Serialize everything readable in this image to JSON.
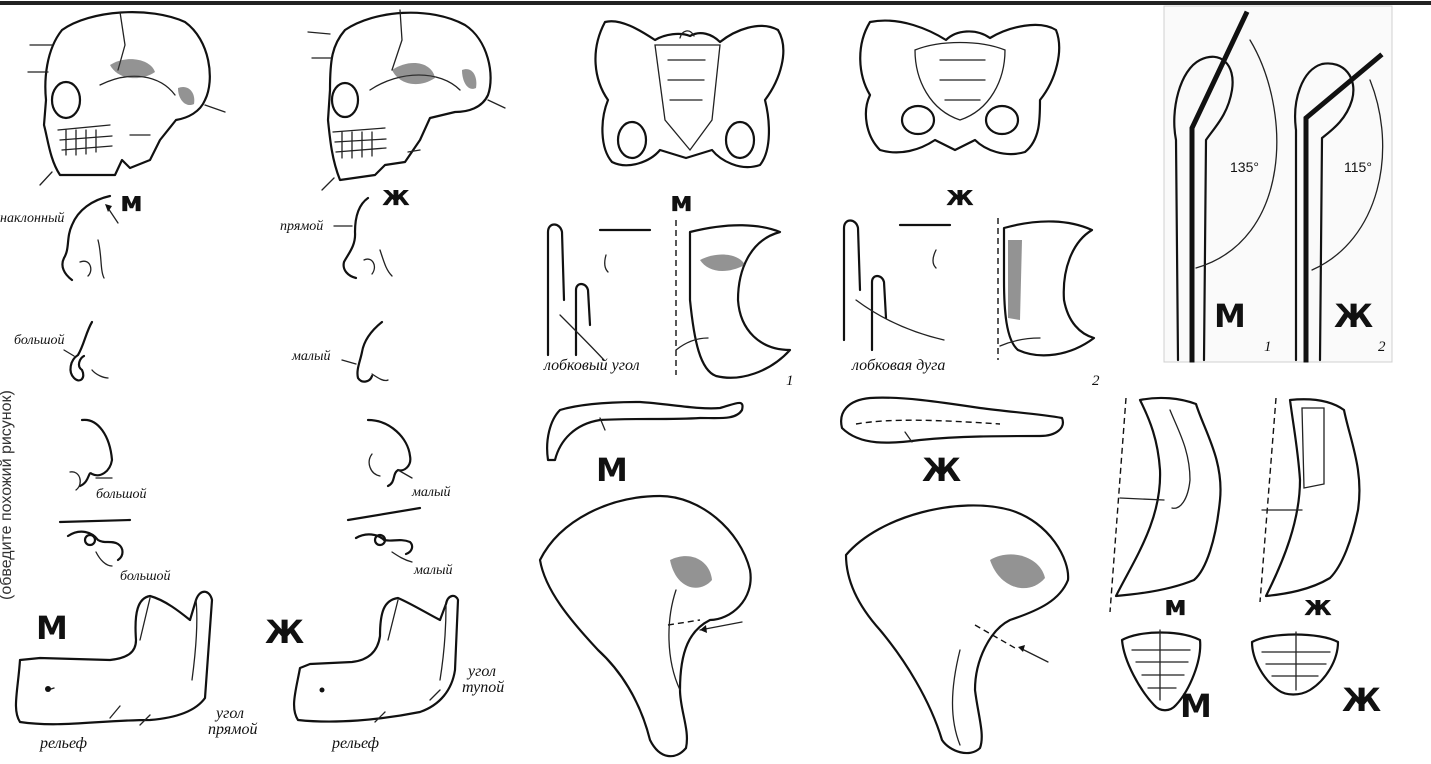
{
  "colors": {
    "ink": "#111111",
    "background": "#ffffff",
    "frame": "#222222"
  },
  "side_caption": "(обведите похожий рисунок)",
  "skull": {
    "male_label": "м",
    "female_label": "ж",
    "forehead_male": "наклонный",
    "forehead_female": "прямой",
    "brow_male": "большой",
    "brow_female": "малый",
    "occipital_male": "большой",
    "occipital_female": "малый",
    "mastoid_male": "большой",
    "mastoid_female": "малый"
  },
  "mandible": {
    "male_label": "М",
    "female_label": "Ж",
    "relief_male": "рельеф",
    "relief_female": "рельеф",
    "angle_male_1": "угол",
    "angle_male_2": "прямой",
    "angle_female_1": "угол",
    "angle_female_2": "тупой"
  },
  "pelvis": {
    "male_label": "м",
    "female_label": "ж",
    "pubic_angle": "лобковый угол",
    "pubic_arch": "лобковая дуга",
    "fig1": "1",
    "fig2": "2",
    "bone_male_label": "М",
    "bone_female_label": "Ж"
  },
  "femur": {
    "angle_male": "135°",
    "angle_female": "115°",
    "male_label": "М",
    "female_label": "Ж",
    "fig1": "1",
    "fig2": "2"
  },
  "sacrum": {
    "male_label": "м",
    "female_label": "ж",
    "small_male_label": "М",
    "small_female_label": "Ж"
  },
  "icons": [
    "skull-drawing",
    "mandible-drawing",
    "pelvis-drawing",
    "femur-drawing",
    "sacrum-drawing"
  ]
}
